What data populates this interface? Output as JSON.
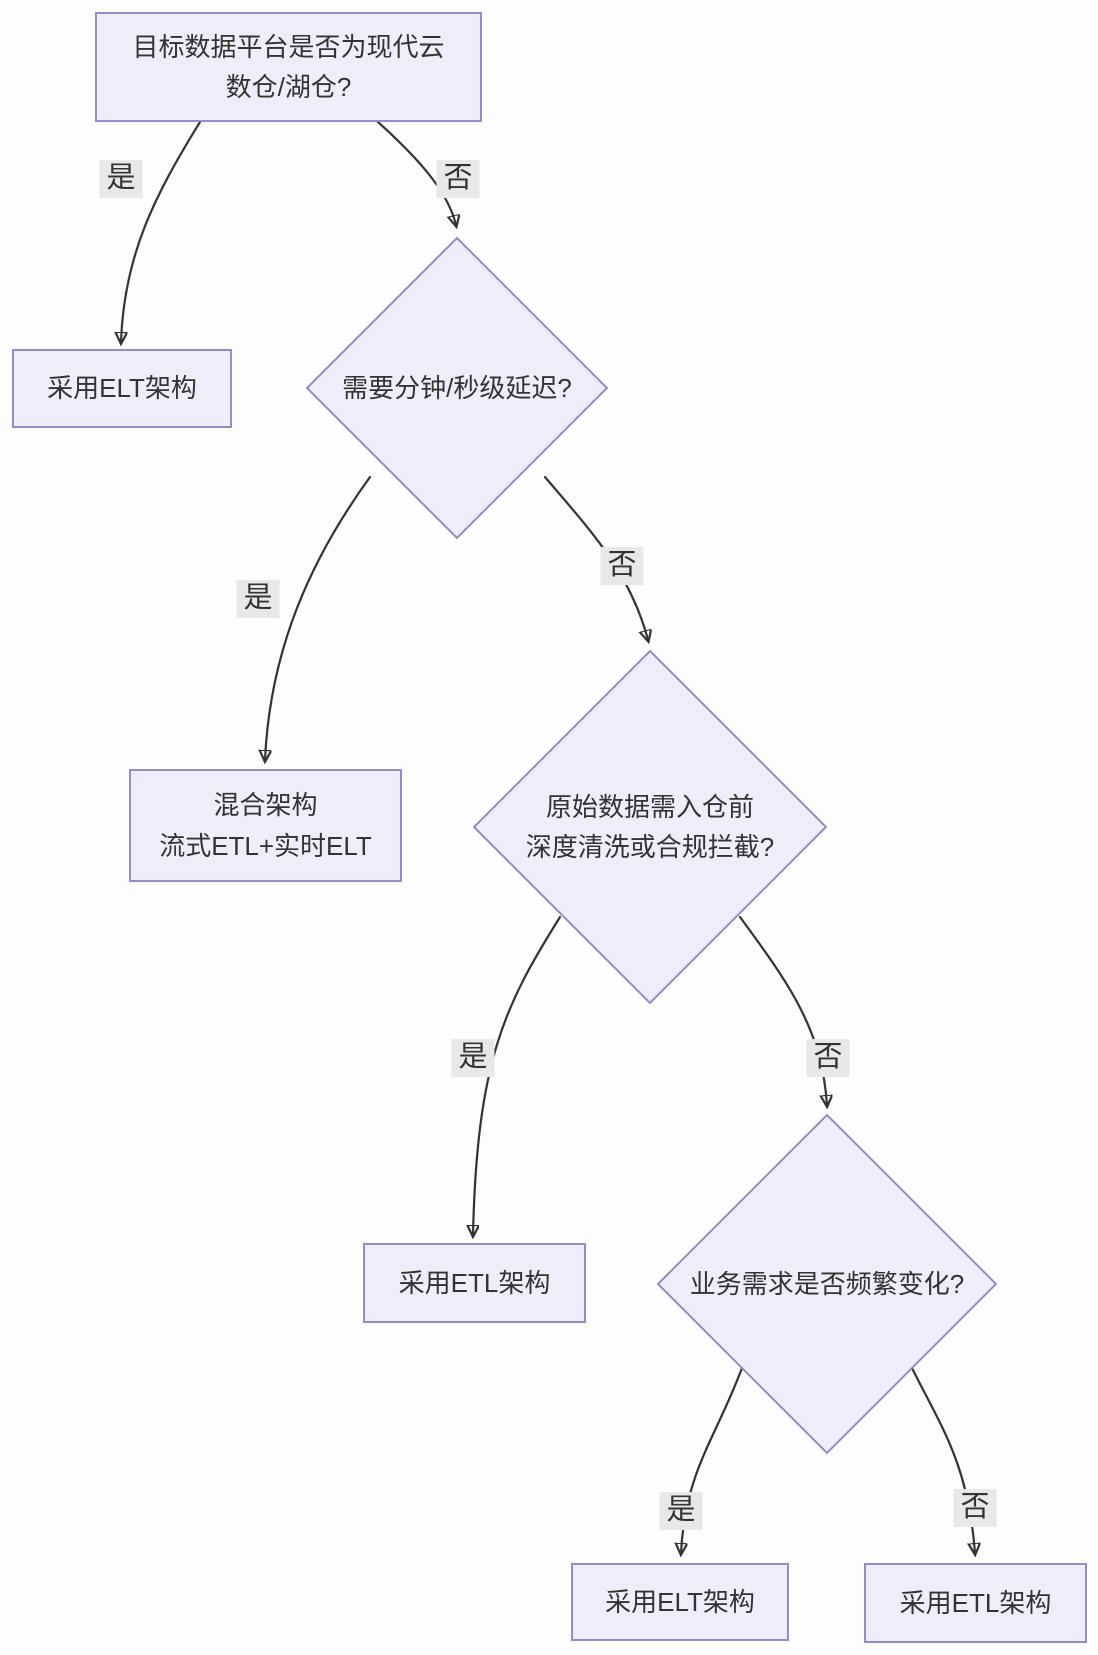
{
  "diagram": {
    "bg": "#fdfdfd",
    "node_fill": "#efedfa",
    "node_border": "#968cc3",
    "edge_color": "#333333",
    "label_bg": "#e8e8e8",
    "text_color": "#333333"
  },
  "nodes": {
    "root_question": "目标数据平台是否为现代云\n数仓/湖仓?",
    "adopt_elt_1": "采用ELT架构",
    "latency_question": "需要分钟/秒级延迟?",
    "hybrid_architecture": "混合架构\n流式ETL+实时ELT",
    "cleansing_question": "原始数据需入仓前\n深度清洗或合规拦截?",
    "adopt_etl_1": "采用ETL架构",
    "change_question": "业务需求是否频繁变化?",
    "adopt_elt_2": "采用ELT架构",
    "adopt_etl_2": "采用ETL架构"
  },
  "edges": {
    "root_yes": "是",
    "root_no": "否",
    "latency_yes": "是",
    "latency_no": "否",
    "cleansing_yes": "是",
    "cleansing_no": "否",
    "change_yes": "是",
    "change_no": "否"
  }
}
